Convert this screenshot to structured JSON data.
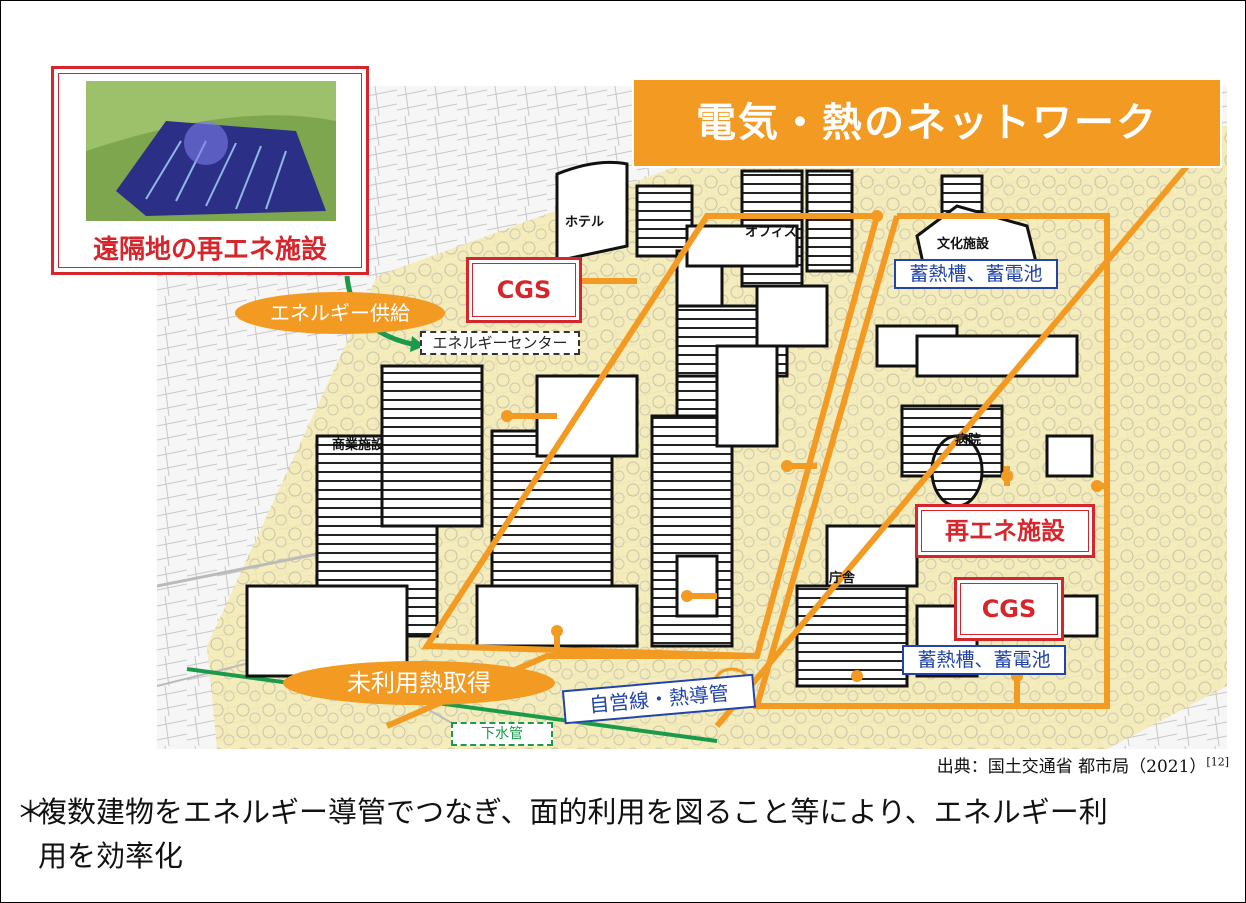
{
  "network_title": "電気・熱のネットワーク",
  "remote_facility_label": "遠隔地の再エネ施設",
  "energy_supply_label": "エネルギー供給",
  "energy_center_label": "エネルギーセンター",
  "cgs_label_top": "CGS",
  "cgs_label_bottom": "CGS",
  "renewable_facility_label": "再エネ施設",
  "storage_label_top": "蓄熱槽、蓄電池",
  "storage_label_bottom": "蓄熱槽、蓄電池",
  "unused_heat_label": "未利用熱取得",
  "private_line_label": "自営線・熱導管",
  "sewer_label": "下水管",
  "buildings": {
    "hotel": "ホテル",
    "office": "オフィス",
    "culture": "文化施設",
    "commercial": "商業施設",
    "hospital": "病院",
    "government": "庁舎"
  },
  "source": {
    "text": "出典：国土交通省 都市局（2021）",
    "ref": "[12]"
  },
  "caption": {
    "bullet": "＊",
    "line1": "複数建物をエネルギー導管でつなぎ、面的利用を図ること等により、エネルギー利",
    "line2": "用を効率化"
  },
  "colors": {
    "network_orange": "#f39a23",
    "label_red": "#d7262b",
    "label_blue": "#2244a8",
    "sewer_green": "#1a9a4a",
    "area_yellow": "#f3eab0"
  }
}
